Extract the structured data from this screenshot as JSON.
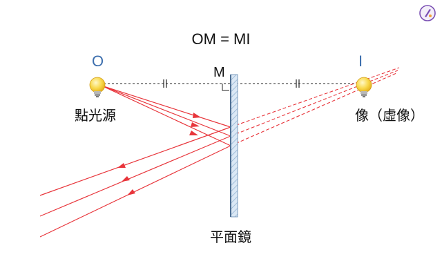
{
  "equation": "OM = MI",
  "labels": {
    "object": "O",
    "image": "I",
    "mirror_point": "M",
    "point_source": "點光源",
    "virtual_image": "像（虛像）",
    "plane_mirror": "平面鏡"
  },
  "colors": {
    "ray": "#e8353b",
    "point_letter": "#3d6fae",
    "mirror_fill": "#cfe0f0",
    "mirror_edge": "#7b9bbd",
    "bulb": "#f4c321"
  },
  "icons": [
    "lightbulb-icon",
    "lightbulb-icon",
    "logo-icon"
  ]
}
